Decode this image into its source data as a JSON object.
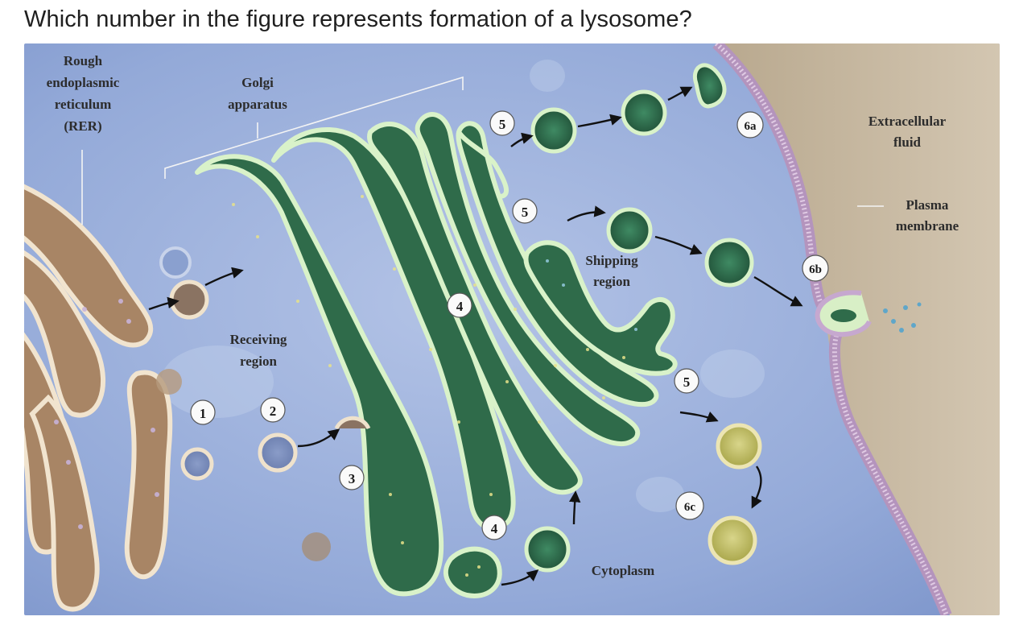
{
  "question": {
    "text": "Which number in the figure represents formation of a lysosome?"
  },
  "figure": {
    "labels": {
      "rer": [
        "Rough",
        "endoplasmic",
        "reticulum",
        "(RER)"
      ],
      "golgi": [
        "Golgi",
        "apparatus"
      ],
      "extracellular": [
        "Extracellular",
        "fluid"
      ],
      "plasma_membrane": [
        "Plasma",
        "membrane"
      ],
      "shipping": [
        "Shipping",
        "region"
      ],
      "receiving": [
        "Receiving",
        "region"
      ],
      "cytoplasm": "Cytoplasm"
    },
    "step_markers": {
      "m1": "1",
      "m2": "2",
      "m3": "3",
      "m4_top": "4",
      "m4_bottom": "4",
      "m5_top": "5",
      "m5_middle": "5",
      "m5_lower": "5",
      "m6a": "6a",
      "m6b": "6b",
      "m6c": "6c"
    },
    "colors": {
      "cytoplasm": "#93a9d8",
      "extracellular": "#c4b49a",
      "golgi_fill": "#2f6b4a",
      "golgi_rim": "#d9f2c9",
      "rer_fill": "#a88565",
      "rer_rim": "#f1e4cf",
      "membrane": "#c9a7cf",
      "lysosome": "#c3c26a"
    }
  }
}
